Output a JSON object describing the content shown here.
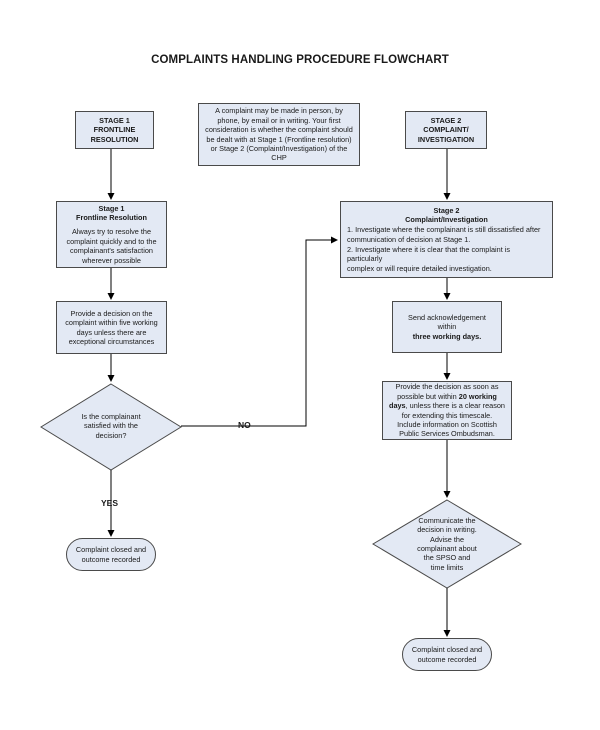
{
  "title": "COMPLAINTS HANDLING PROCEDURE FLOWCHART",
  "stage1_header": {
    "line1": "STAGE 1",
    "line2": "FRONTLINE",
    "line3": "RESOLUTION"
  },
  "intro": {
    "line1": "A complaint may be made in person, by",
    "line2": "phone, by email or in writing. Your first",
    "line3": "consideration is whether the complaint should",
    "line4": "be dealt with at Stage 1 (Frontline resolution)",
    "line5": "or Stage 2 (Complaint/Investigation) of the",
    "line6": "CHP"
  },
  "stage2_header": {
    "line1": "STAGE 2",
    "line2": "COMPLAINT/",
    "line3": "INVESTIGATION"
  },
  "stage1_detail": {
    "title1": "Stage 1",
    "title2": "Frontline Resolution",
    "line1": "Always try to resolve the",
    "line2": "complaint quickly and to the",
    "line3": "complainant's satisfaction",
    "line4": "wherever possible"
  },
  "stage1_decision_box": {
    "line1": "Provide a decision on the",
    "line2": "complaint within five working",
    "line3": "days unless there are",
    "line4": "exceptional circumstances"
  },
  "satisfied_diamond": {
    "line1": "Is the complainant",
    "line2": "satisfied with the",
    "line3": "decision?"
  },
  "labels": {
    "no": "NO",
    "yes": "YES"
  },
  "closed_left": {
    "line1": "Complaint closed and",
    "line2": "outcome recorded"
  },
  "stage2_detail": {
    "title1": "Stage 2",
    "title2": "Complaint/Investigation",
    "p1_line1": "1. Investigate where the complainant is still dissatisfied after",
    "p1_line2": "communication of decision at Stage 1.",
    "p2_line1": "2. Investigate where it is clear that the complaint is particularly",
    "p2_line2": "complex or will require detailed investigation."
  },
  "acknowledgement": {
    "line1": "Send acknowledgement within",
    "line2": "three working days."
  },
  "stage2_decision": {
    "line1": "Provide the decision as soon as",
    "line2a": "possible but within ",
    "line2b": "20 working",
    "line3a": "days",
    "line3b": ", unless there is a clear reason",
    "line4": "for extending this timescale.",
    "line5": "Include information on Scottish",
    "line6": "Public Services Ombudsman."
  },
  "communicate_diamond": {
    "line1": "Communicate the",
    "line2": "decision in writing.",
    "line3": "Advise the",
    "line4": "complainant about",
    "line5": "the SPSO and",
    "line6": "time limits"
  },
  "closed_right": {
    "line1": "Complaint closed and",
    "line2": "outcome recorded"
  },
  "colors": {
    "box_fill": "#e3e9f4",
    "border": "#4a4a4a",
    "line": "#000000"
  }
}
